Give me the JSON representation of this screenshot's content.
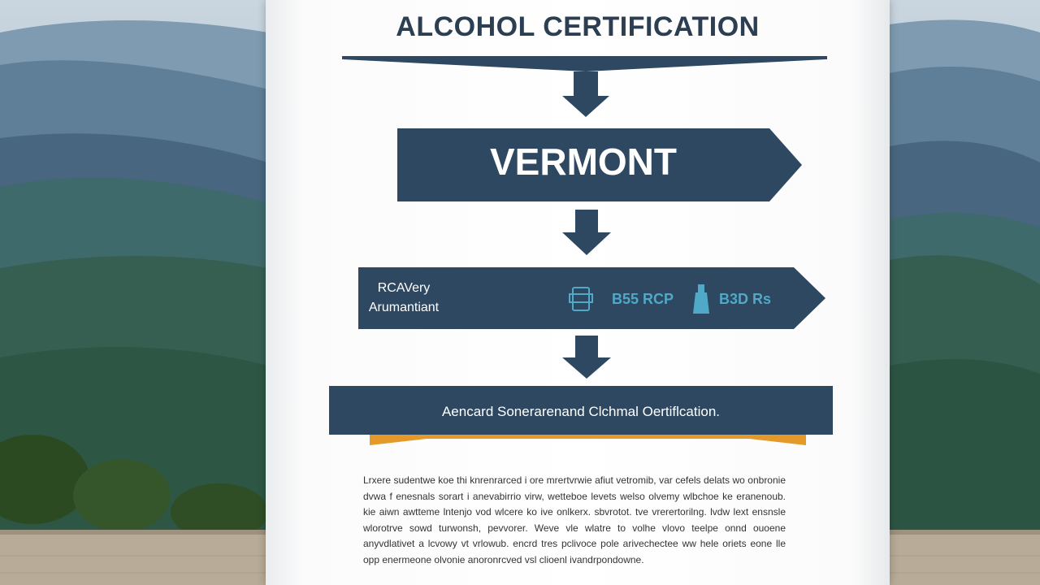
{
  "title": "ALCOHOL CERTIFICATION",
  "state_banner": "VERMONT",
  "requirements": {
    "label_line1": "RCAVery",
    "label_line2": "Arumantiant",
    "item1_icon": "document-icon",
    "item1_text": "B55 RCP",
    "item2_icon": "bottle-icon",
    "item2_text": "B3D Rs"
  },
  "certification_bar": "Aencard Sonerarenand Clchmal Oertiflcation.",
  "body_text": "Lrxere sudentwe koe thi knrenrarced i ore mrertvrwie afiut vetromib, var cefels delats wo onbronie dvwa f enesnals sorart i anevabirrio virw, wetteboe levets welso olvemy wlbchoe ke eranenoub. kie aiwn awtteme lntenjo vod wlcere ko ive onlkerx. sbvrotot. tve vrerertorilng. lvdw lext ensnsle wlorotrve sowd turwonsh, pevvorer. Weve vle wlatre to volhe vlovo teelpe onnd ouoene anyvdlativet a lcvowy vt vrlowub. encrd tres pclivoce pole arivechectee ww hele oriets eone lle opp enermeone olvonie anoronrcved vsl clioenl ivandrpondowne.",
  "colors": {
    "navy": "#2d4860",
    "title": "#2b3e52",
    "accent_orange": "#e39a2b",
    "item_teal": "#4fa9c7"
  }
}
